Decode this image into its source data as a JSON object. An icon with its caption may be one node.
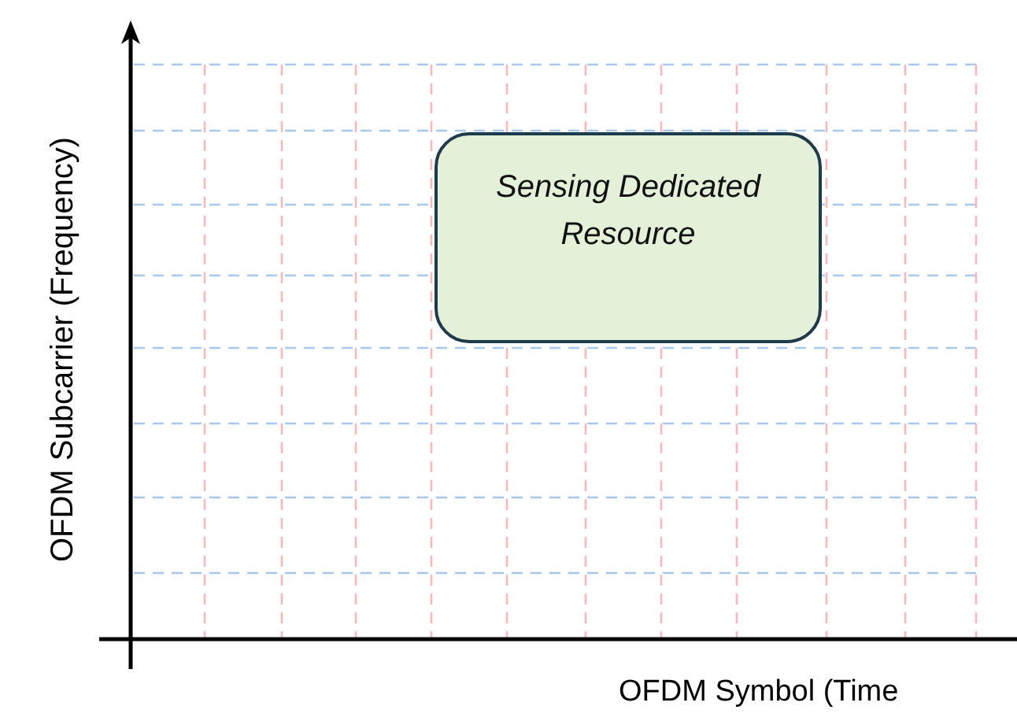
{
  "diagram": {
    "nodes": [
      {
        "text": [
          "Sensing Dedicated Resource"
        ]
      }
    ],
    "labels": [
      "OFDM Subcarrier (Frequency)",
      "OFDM Symbol (Time"
    ]
  }
}
